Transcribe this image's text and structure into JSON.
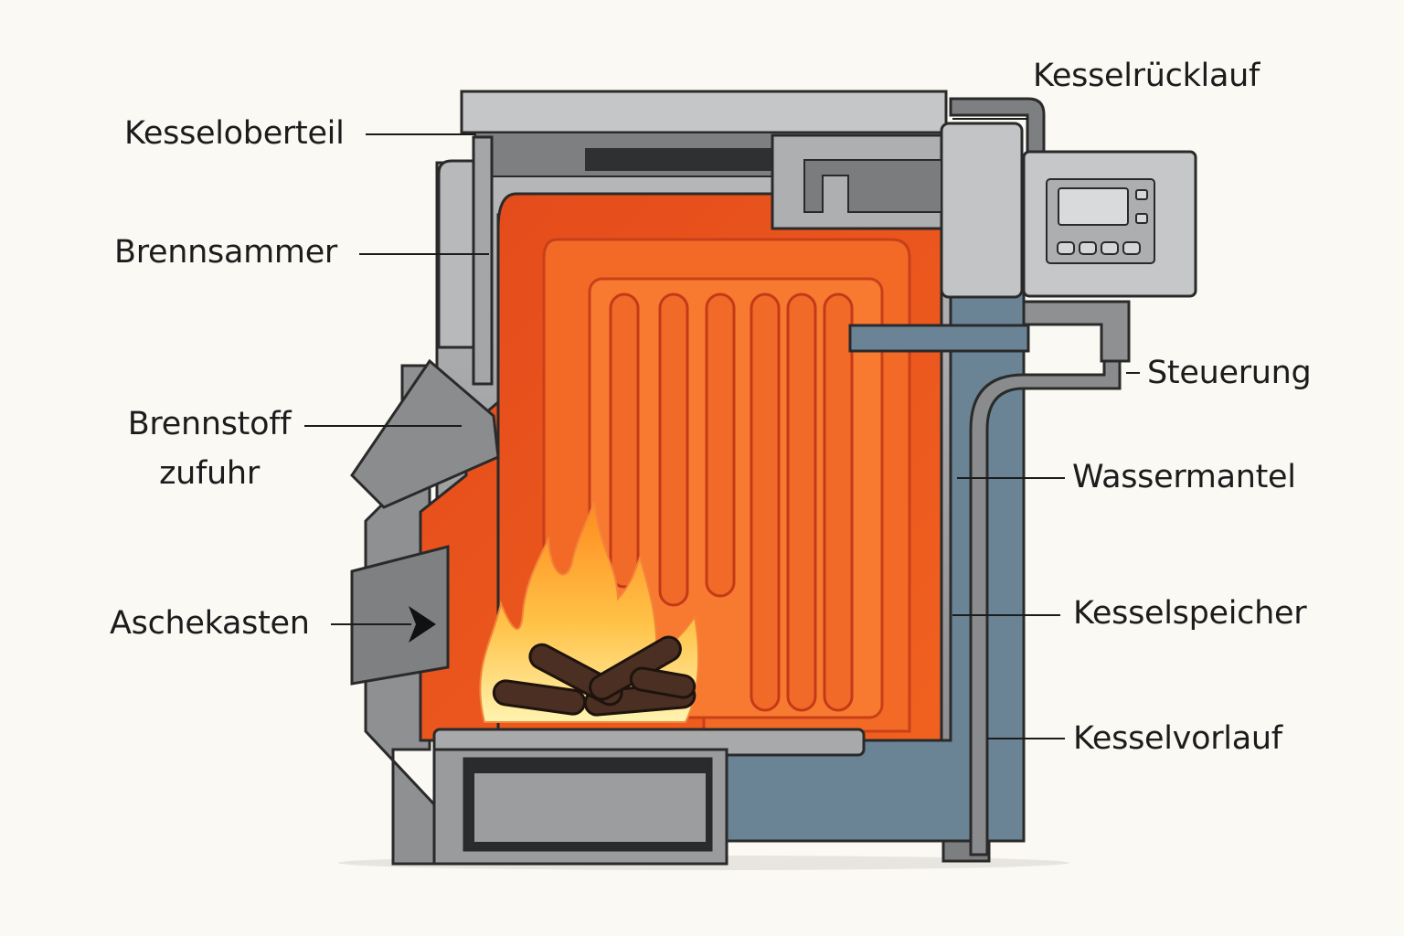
{
  "labels": {
    "top": "Kesseloberteil",
    "combustion": "Brennsammer",
    "fuel": "Brennstoff\nzufuhr",
    "ash": "Aschekasten",
    "return": "Kesselrücklauf",
    "control": "Steuerung",
    "jacket": "Wassermantel",
    "storage": "Kesselspeicher",
    "flow": "Kesselvorlauf"
  },
  "colors": {
    "background": "#fbf9f4",
    "steel": "#9a9b9d",
    "steel_light": "#c9cacc",
    "fire_outer": "#e8501c",
    "fire_inner": "#f7752a",
    "water": "#6a8496",
    "outline": "#2a2a2a"
  },
  "icons": {
    "ash_arrow": "triangle-right-icon",
    "display": "lcd-display-icon"
  }
}
